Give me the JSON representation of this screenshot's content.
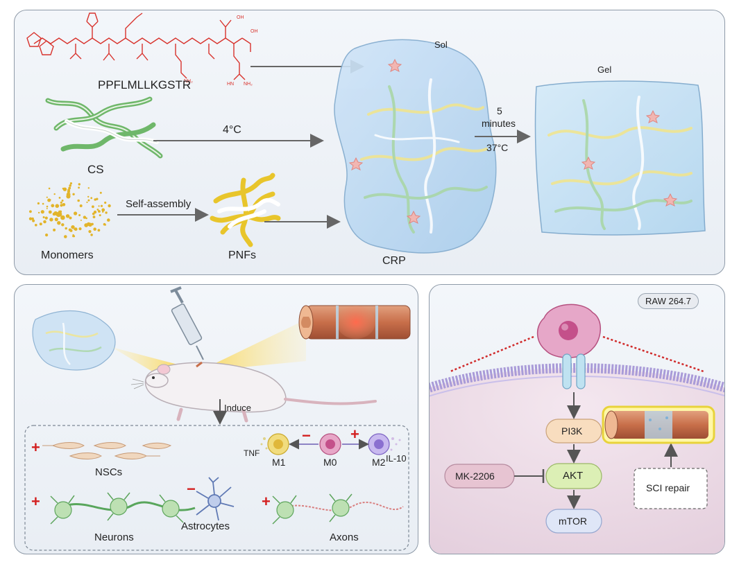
{
  "top": {
    "peptide_name": "PPFLMLLKGSTR",
    "cs_label": "CS",
    "temp_4c": "4°C",
    "monomers_label": "Monomers",
    "self_assembly_label": "Self-assembly",
    "pnfs_label": "PNFs",
    "crp_label": "CRP",
    "sol_label": "Sol",
    "gel_label": "Gel",
    "time_label_1": "5",
    "time_label_2": "minutes",
    "temp_37c": "37°C"
  },
  "bottom_left": {
    "induce_label": "Induce",
    "nscs_label": "NSCs",
    "neurons_label": "Neurons",
    "astrocytes_label": "Astrocytes",
    "axons_label": "Axons",
    "tnf_label": "TNF",
    "m1_label": "M1",
    "m0_label": "M0",
    "m2_label": "M2",
    "il10_label": "IL-10",
    "plus": "+",
    "minus": "−"
  },
  "bottom_right": {
    "cell_line": "RAW 264.7",
    "pi3k": "PI3K",
    "akt": "AKT",
    "mtor": "mTOR",
    "inhibitor": "MK-2206",
    "sci_repair": "SCI repair"
  },
  "colors": {
    "peptide_red": "#d8322c",
    "cs_green": "#6fb76a",
    "pnf_yellow": "#e8c52b",
    "sign_red": "#d32020",
    "arrow_gray": "#666666",
    "m1_yellow": "#e9c93a",
    "m0_pink": "#c4508a",
    "m2_purple": "#8a6fd0"
  }
}
